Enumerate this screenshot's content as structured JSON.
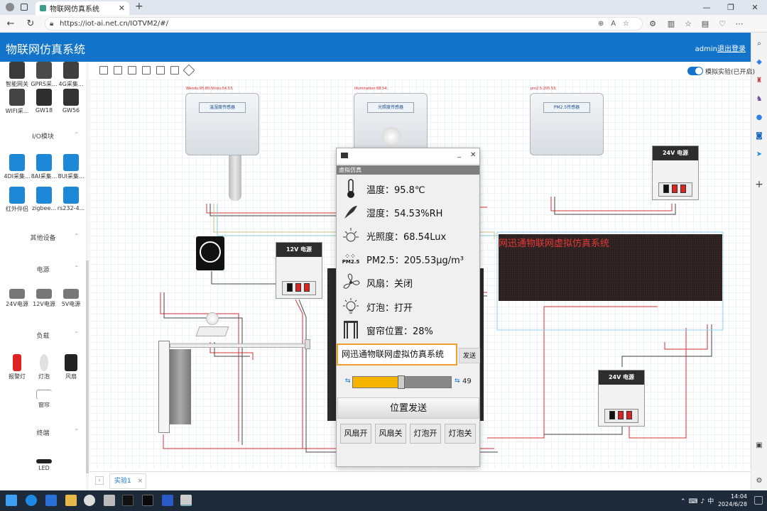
{
  "browser": {
    "tab_title": "物联网仿真系统",
    "url": "https://iot-ai.net.cn/IOTVM2/#/"
  },
  "header": {
    "title": "物联网仿真系统",
    "user": "admin",
    "logout": "退出登录"
  },
  "palette": {
    "row1": [
      "智能网关",
      "GPRS采...",
      "4G采集..."
    ],
    "row2": [
      "WIFI采...",
      "GW18",
      "GW56"
    ],
    "group_io": "I/O模块",
    "row3": [
      "4DI采集...",
      "8AI采集...",
      "8UI采集..."
    ],
    "row4": [
      "红外伴侣",
      "zigbee...",
      "rs232-4..."
    ],
    "group_other": "其他设备",
    "group_power": "电源",
    "power_items": [
      "24V电源",
      "12V电源",
      "5V电源"
    ],
    "group_load": "负载",
    "load_items": [
      "报警灯",
      "灯泡",
      "风扇"
    ],
    "curtain": "窗帘",
    "group_terminal": "终端",
    "terminal_items": [
      "LED"
    ]
  },
  "toolbar": {
    "toggle_label": "模拟实验(已开启)",
    "toggle_on": true
  },
  "canvas": {
    "sensor_temp": {
      "label": "Wendu:95.80;Shidu:54.53;",
      "plate": "温湿度传感器"
    },
    "sensor_light": {
      "label": "illumination:68.54;",
      "plate": "光照度传感器"
    },
    "sensor_pm": {
      "label": "pm2.5:205.53;",
      "plate": "PM2.5传感器"
    },
    "psu_24_top": "24V 电源",
    "psu_12": "12V 电源",
    "psu_24_bottom": "24V 电源",
    "led_text": "网迅通物联网虚拟仿真系统"
  },
  "dialog": {
    "subtitle": "虚拟仿真",
    "temperature": "温度：95.8℃",
    "humidity": "湿度：54.53%RH",
    "illumination": "光照度：68.54Lux",
    "pm25": "PM2.5：205.53μg/m³",
    "pm_icon_label": "PM2.5",
    "fan": "风扇：关闭",
    "bulb": "灯泡：打开",
    "curtain": "窗帘位置：28%",
    "input_value": "网迅通物联网虚拟仿真系统",
    "send": "发送",
    "slider_value": "49",
    "slider_fraction": 0.49,
    "position_send": "位置发送",
    "btn_fan_on": "风扇开",
    "btn_fan_off": "风扇关",
    "btn_bulb_on": "灯泡开",
    "btn_bulb_off": "灯泡关"
  },
  "bottom": {
    "tab": "实验1"
  },
  "taskbar": {
    "tray_lang": "中",
    "time": "14:04",
    "date": "2024/6/28"
  },
  "colors": {
    "brand": "#1173c9",
    "accent_orange": "#f0a030",
    "led_text": "#e53935"
  }
}
